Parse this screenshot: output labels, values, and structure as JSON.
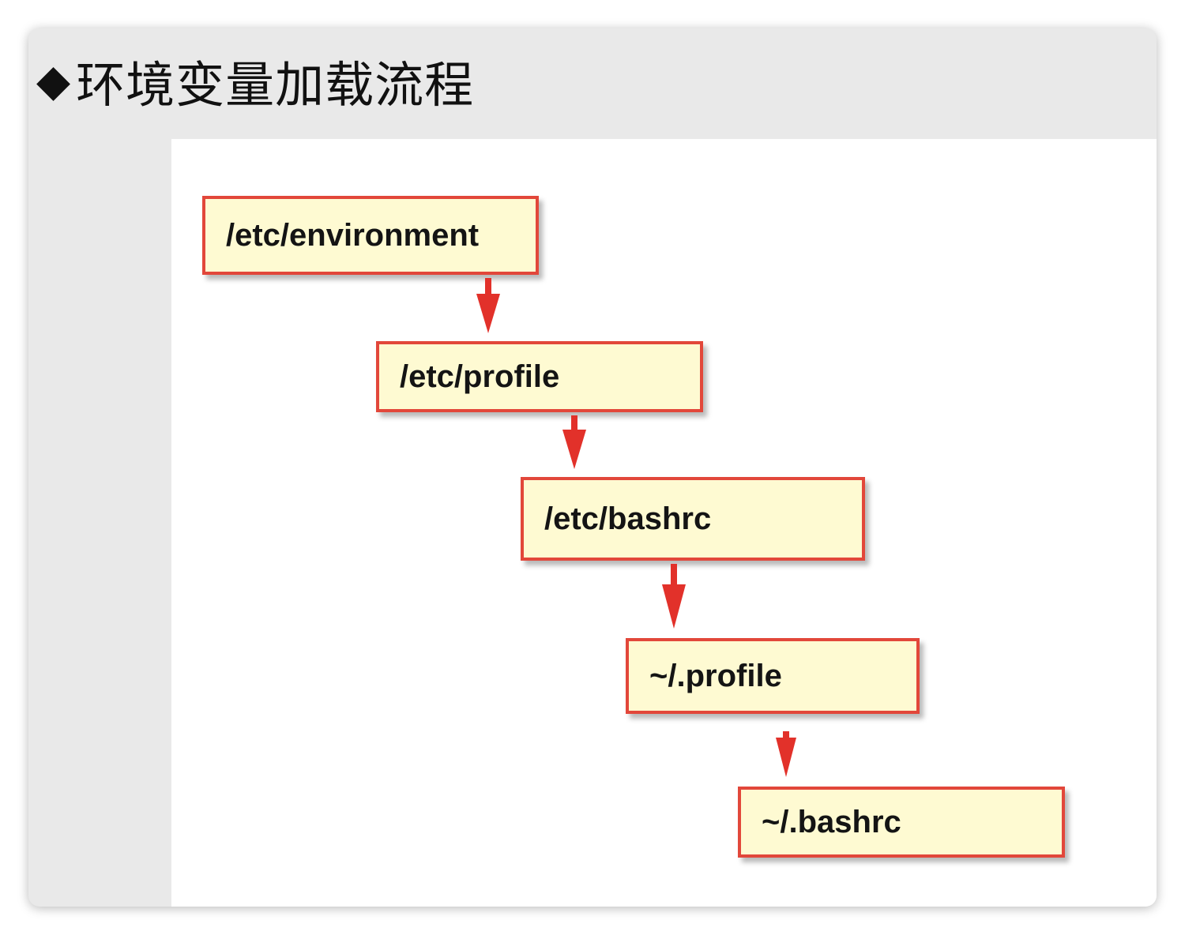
{
  "slide": {
    "bullet": "◆",
    "title": "环境变量加载流程"
  },
  "flow": {
    "nodes": [
      {
        "id": "environment",
        "label": "/etc/environment"
      },
      {
        "id": "etc-profile",
        "label": "/etc/profile"
      },
      {
        "id": "etc-bashrc",
        "label": "/etc/bashrc"
      },
      {
        "id": "home-profile",
        "label": "~/.profile"
      },
      {
        "id": "home-bashrc",
        "label": "~/.bashrc"
      }
    ],
    "edges": [
      {
        "from": "environment",
        "to": "etc-profile"
      },
      {
        "from": "etc-profile",
        "to": "etc-bashrc"
      },
      {
        "from": "etc-bashrc",
        "to": "home-profile"
      },
      {
        "from": "home-profile",
        "to": "home-bashrc"
      }
    ],
    "colors": {
      "box_fill": "#fefad2",
      "box_border": "#e2473a",
      "arrow": "#e2312a"
    }
  }
}
